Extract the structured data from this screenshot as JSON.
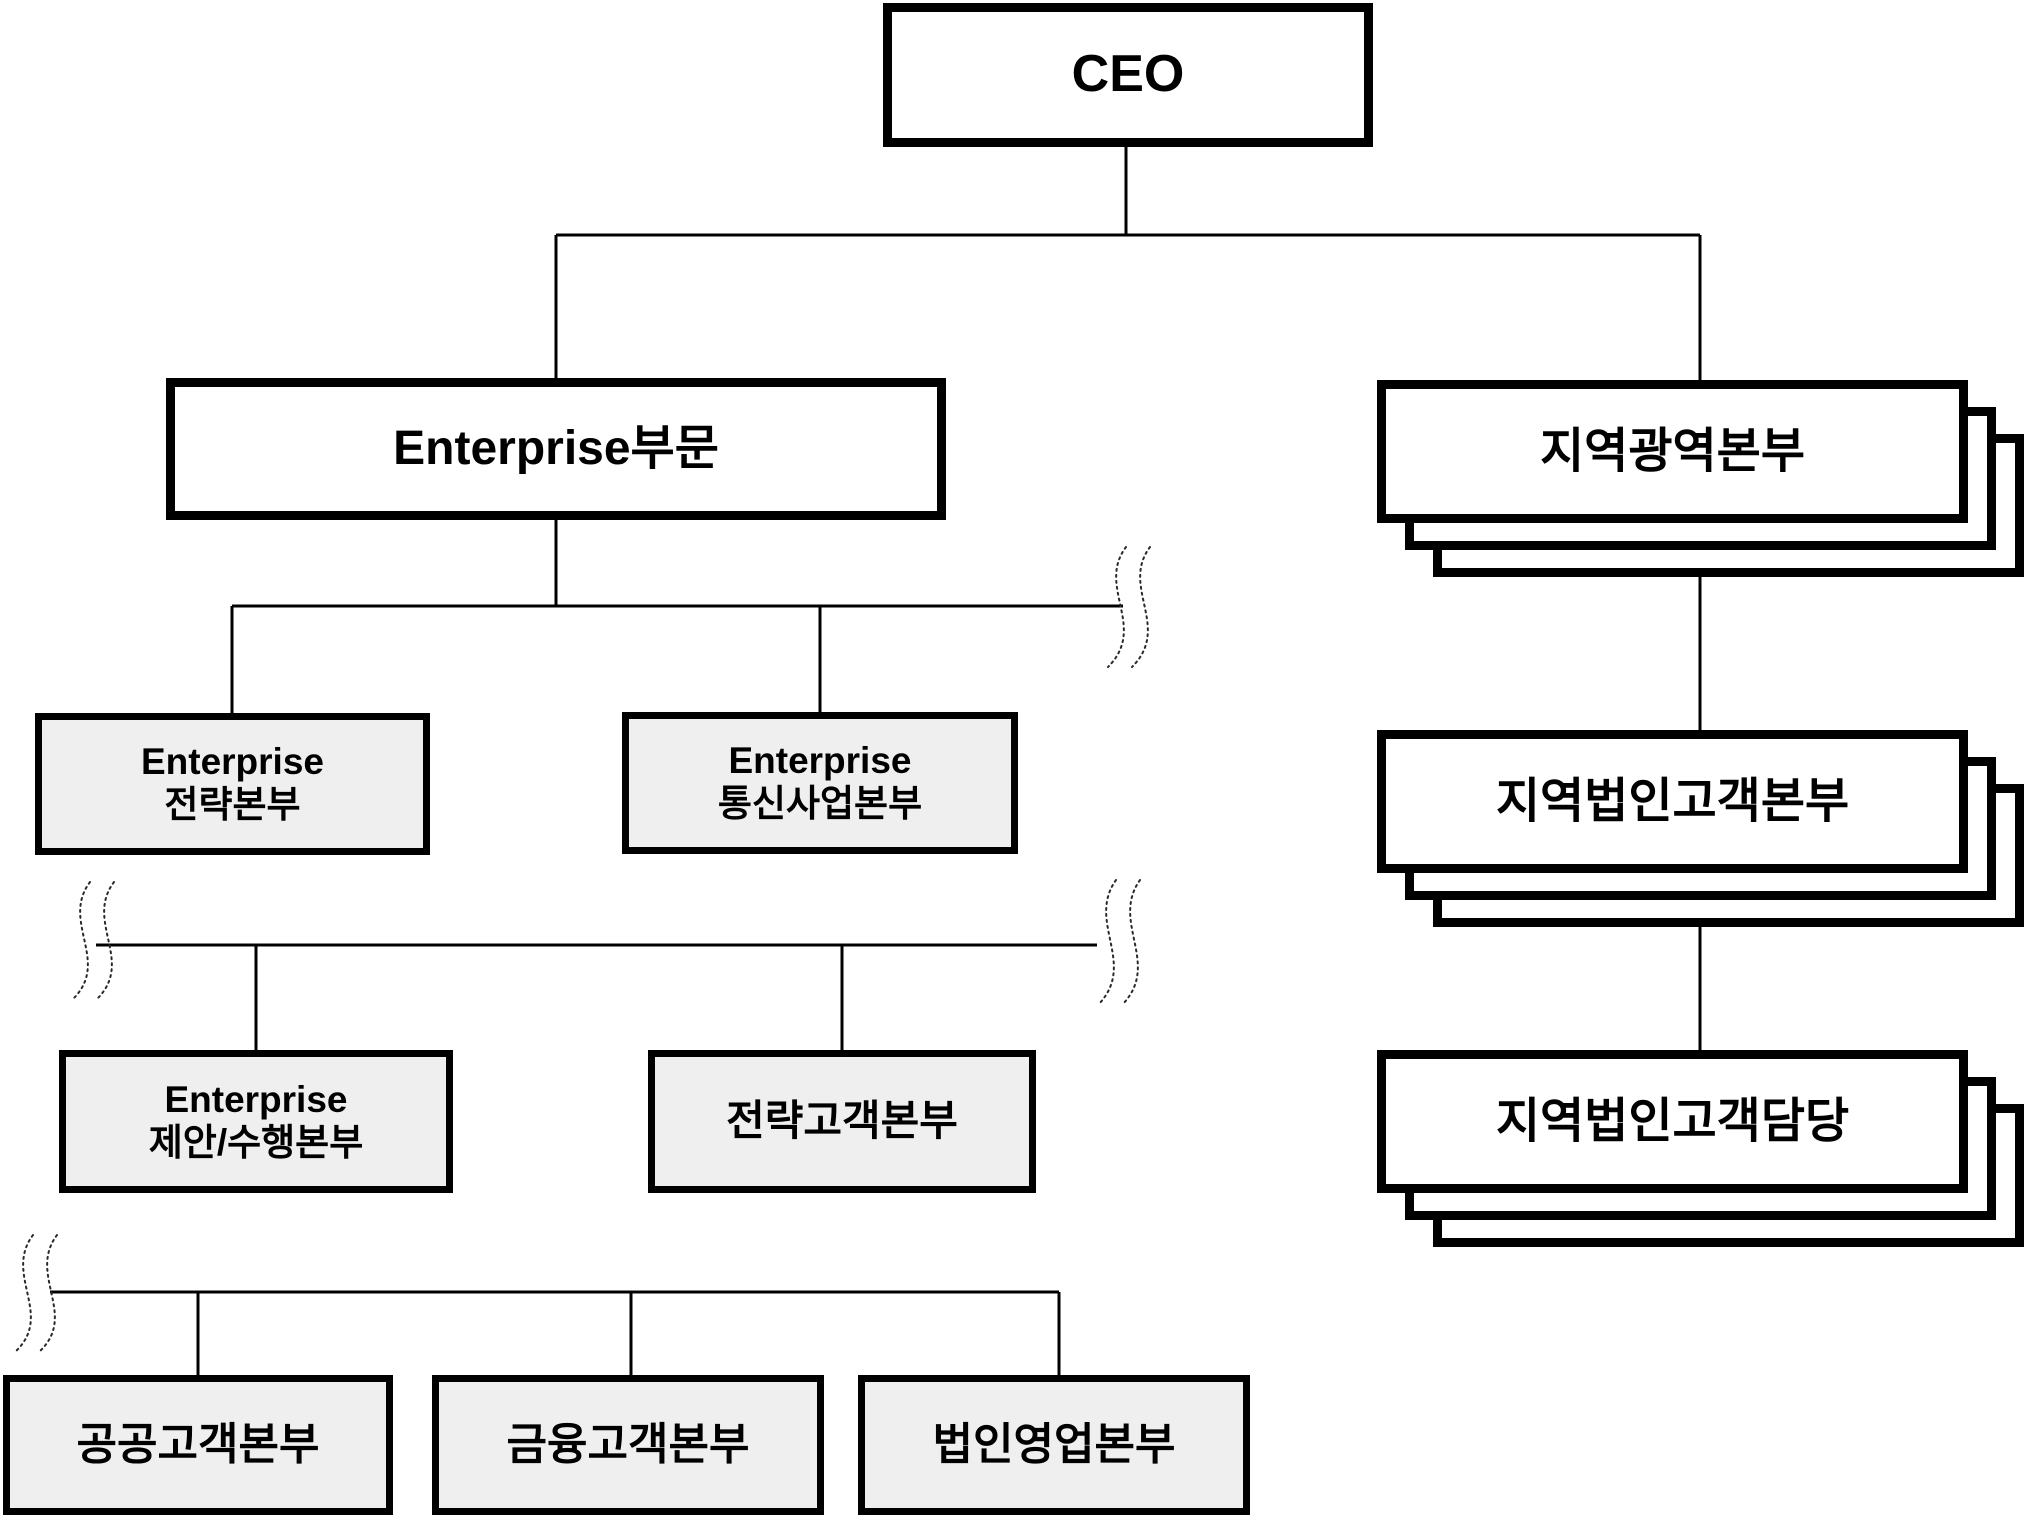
{
  "diagram": {
    "type": "org-chart",
    "nodes": {
      "ceo": {
        "label": "CEO",
        "level": 0,
        "style": "white",
        "stacked": false
      },
      "enterprise_division": {
        "label": "Enterprise부문",
        "level": 1,
        "style": "white",
        "stacked": false
      },
      "regional_metro_hq": {
        "label": "지역광역본부",
        "level": 1,
        "style": "white",
        "stacked": true
      },
      "enterprise_strategy_hq": {
        "label_line1": "Enterprise",
        "label_line2": "전략본부",
        "level": 2,
        "style": "gray",
        "stacked": false
      },
      "enterprise_telecom_hq": {
        "label_line1": "Enterprise",
        "label_line2": "통신사업본부",
        "level": 2,
        "style": "gray",
        "stacked": false
      },
      "regional_corporate_customer_hq": {
        "label": "지역법인고객본부",
        "level": 2,
        "style": "white",
        "stacked": true
      },
      "enterprise_proposal_delivery_hq": {
        "label_line1": "Enterprise",
        "label_line2": "제안/수행본부",
        "level": 3,
        "style": "gray",
        "stacked": false
      },
      "strategic_customer_hq": {
        "label": "전략고객본부",
        "level": 3,
        "style": "gray",
        "stacked": false
      },
      "regional_corporate_customer_division": {
        "label": "지역법인고객담당",
        "level": 3,
        "style": "white",
        "stacked": true
      },
      "public_customer_hq": {
        "label": "공공고객본부",
        "level": 4,
        "style": "gray",
        "stacked": false
      },
      "finance_customer_hq": {
        "label": "금융고객본부",
        "level": 4,
        "style": "gray",
        "stacked": false
      },
      "corporate_sales_hq": {
        "label": "법인영업본부",
        "level": 4,
        "style": "gray",
        "stacked": false
      }
    },
    "edges": [
      [
        "ceo",
        "enterprise_division"
      ],
      [
        "ceo",
        "regional_metro_hq"
      ],
      [
        "enterprise_division",
        "enterprise_strategy_hq"
      ],
      [
        "enterprise_division",
        "enterprise_telecom_hq"
      ],
      [
        "enterprise_strategy_hq",
        "enterprise_proposal_delivery_hq"
      ],
      [
        "enterprise_strategy_hq",
        "strategic_customer_hq"
      ],
      [
        "enterprise_proposal_delivery_hq",
        "public_customer_hq"
      ],
      [
        "enterprise_proposal_delivery_hq",
        "finance_customer_hq"
      ],
      [
        "enterprise_proposal_delivery_hq",
        "corporate_sales_hq"
      ],
      [
        "regional_metro_hq",
        "regional_corporate_customer_hq"
      ],
      [
        "regional_corporate_customer_hq",
        "regional_corporate_customer_division"
      ]
    ],
    "colors": {
      "background": "#ffffff",
      "box_border": "#000000",
      "box_fill_white": "#ffffff",
      "box_fill_gray": "#efefef",
      "connector": "#000000",
      "text": "#000000"
    }
  }
}
